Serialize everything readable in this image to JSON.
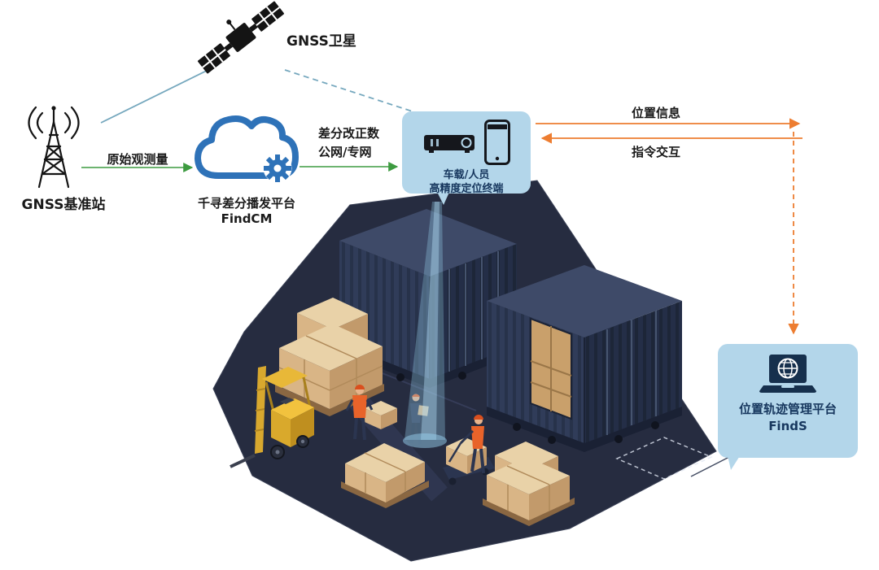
{
  "diagram_title": "",
  "nodes": {
    "satellite": {
      "label": "GNSS卫星"
    },
    "base_station": {
      "label": "GNSS基准站"
    },
    "cloud_platform": {
      "line1": "千寻差分播发平台",
      "line2": "FindCM"
    },
    "terminal": {
      "line1": "车载/人员",
      "line2": "高精度定位终端"
    },
    "management_platform": {
      "line1": "位置轨迹管理平台",
      "line2": "FindS"
    }
  },
  "links": {
    "raw_observation": {
      "label": "原始观测量"
    },
    "differential_correction": {
      "line1": "差分改正数",
      "line2": "公网/专网"
    },
    "location_info": {
      "label": "位置信息"
    },
    "command_interaction": {
      "label": "指令交互"
    }
  },
  "icons": {
    "satellite": "satellite-icon",
    "base_station": "radio-tower-icon",
    "cloud_platform": "cloud-gear-icon",
    "terminal": [
      "receiver-icon",
      "smartphone-icon"
    ],
    "management_platform": "laptop-globe-icon"
  },
  "colors": {
    "green_arrow": "#3d9b40",
    "orange_arrow": "#ed7d31",
    "sky_link": "#76a8be",
    "cloud_blue": "#2e72b8",
    "panel_bg": "#b3d6ea",
    "panel_text": "#17375e",
    "ground": "#262c40",
    "container_navy": "#2f3b58",
    "crate_tan": "#d9b586",
    "forklift_yellow": "#e8b434"
  }
}
